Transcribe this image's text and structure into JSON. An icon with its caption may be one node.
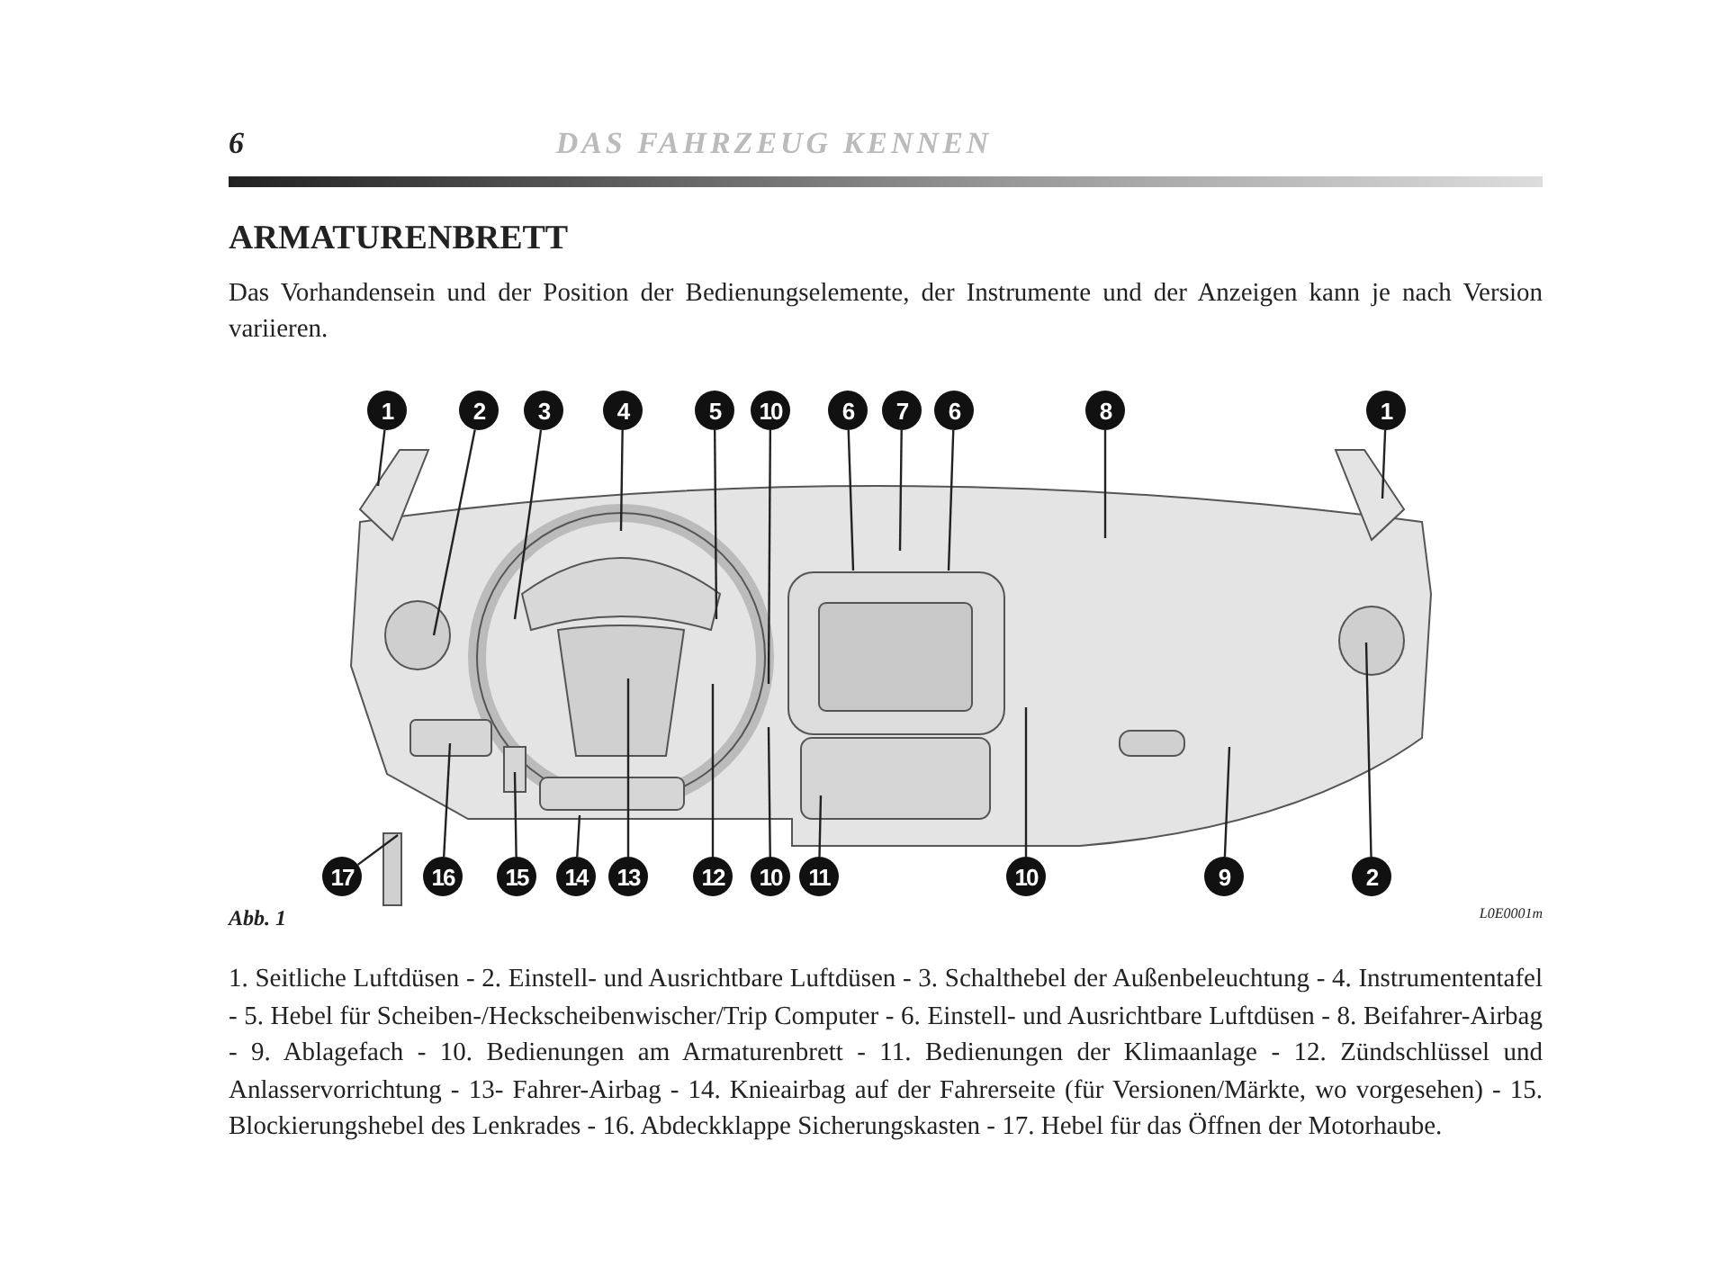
{
  "diagram": {
    "title": "ARMATURENBRETT",
    "nodes": [
      {
        "text": [
          "1"
        ]
      },
      {
        "text": [
          "2"
        ]
      },
      {
        "text": [
          "3"
        ]
      },
      {
        "text": [
          "4"
        ]
      },
      {
        "text": [
          "5"
        ]
      },
      {
        "text": [
          "10"
        ]
      },
      {
        "text": [
          "6"
        ]
      },
      {
        "text": [
          "7"
        ]
      },
      {
        "text": [
          "6"
        ]
      },
      {
        "text": [
          "8"
        ]
      },
      {
        "text": [
          "1"
        ]
      },
      {
        "text": [
          "17"
        ]
      },
      {
        "text": [
          "16"
        ]
      },
      {
        "text": [
          "15"
        ]
      },
      {
        "text": [
          "14"
        ]
      },
      {
        "text": [
          "13"
        ]
      },
      {
        "text": [
          "12"
        ]
      },
      {
        "text": [
          "10"
        ]
      },
      {
        "text": [
          "11"
        ]
      },
      {
        "text": [
          "10"
        ]
      },
      {
        "text": [
          "9"
        ]
      },
      {
        "text": [
          "2"
        ]
      }
    ],
    "edges": [
      {
        "from": 0,
        "to": null,
        "arrow": "none"
      },
      {
        "from": 1,
        "to": null,
        "arrow": "none"
      },
      {
        "from": 2,
        "to": null,
        "arrow": "none"
      },
      {
        "from": 3,
        "to": null,
        "arrow": "none"
      },
      {
        "from": 4,
        "to": null,
        "arrow": "none"
      },
      {
        "from": 5,
        "to": null,
        "arrow": "none"
      },
      {
        "from": 6,
        "to": null,
        "arrow": "none"
      },
      {
        "from": 7,
        "to": null,
        "arrow": "none"
      },
      {
        "from": 8,
        "to": null,
        "arrow": "none"
      },
      {
        "from": 9,
        "to": null,
        "arrow": "none"
      },
      {
        "from": 10,
        "to": null,
        "arrow": "none"
      },
      {
        "from": 11,
        "to": null,
        "arrow": "none"
      },
      {
        "from": 12,
        "to": null,
        "arrow": "none"
      },
      {
        "from": 13,
        "to": null,
        "arrow": "none"
      },
      {
        "from": 14,
        "to": null,
        "arrow": "none"
      },
      {
        "from": 15,
        "to": null,
        "arrow": "none"
      },
      {
        "from": 16,
        "to": null,
        "arrow": "none"
      },
      {
        "from": 17,
        "to": null,
        "arrow": "none"
      },
      {
        "from": 18,
        "to": null,
        "arrow": "none"
      },
      {
        "from": 19,
        "to": null,
        "arrow": "none"
      },
      {
        "from": 20,
        "to": null,
        "arrow": "none"
      },
      {
        "from": 21,
        "to": null,
        "arrow": "none"
      }
    ],
    "labels": [
      "6",
      "DAS FAHRZEUG KENNEN",
      "Das Vorhandensein und der Position der Bedienungselemente, der Instrumente und der Anzeigen kann je nach Version variieren.",
      "Abb. 1",
      "L0E0001m",
      "1. Seitliche Luftdüsen - 2. Einstell- und Ausrichtbare Luftdüsen - 3. Schalthebel der Außenbeleuchtung - 4. Instrumententafel - 5. Hebel für Scheiben-/Heckscheibenwischer/Trip Computer - 6. Einstell- und Ausrichtbare Luftdüsen - 8. Beifahrer-Airbag - 9. Ablagefach - 10. Bedienungen am Armaturenbrett - 11. Bedienungen der Klimaanlage - 12. Zündschlüssel und Anlasservorrichtung - 13- Fahrer-Airbag - 14. Knieairbag auf der Fahrerseite (für Versionen/Märkte, wo vorgesehen) - 15. Blockierungshebel des Lenkrades - 16. Abdeckklappe Sicherungskasten - 17. Hebel für das Öffnen der Motorhaube."
    ]
  }
}
